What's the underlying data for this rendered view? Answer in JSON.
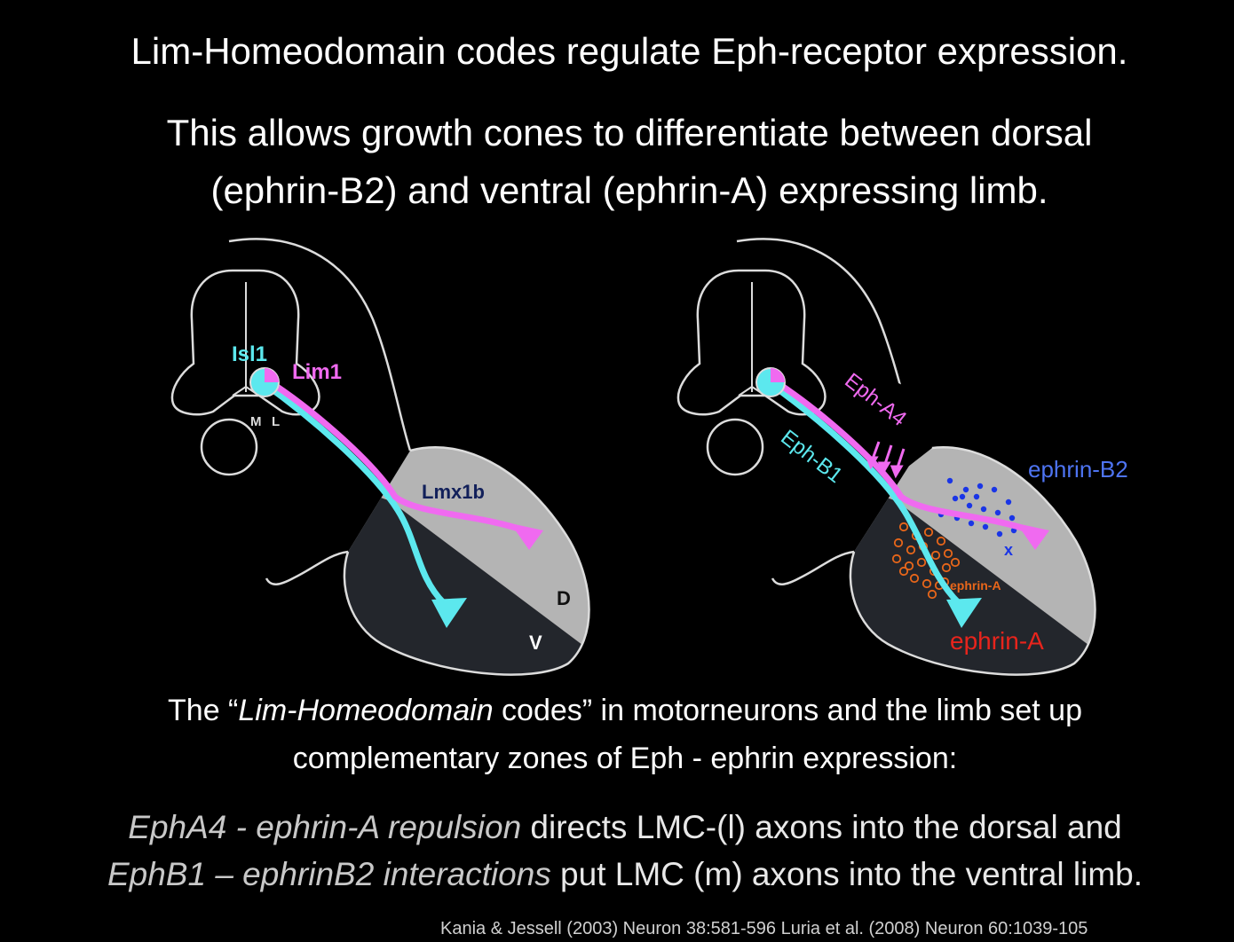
{
  "heading": "Lim-Homeodomain codes regulate Eph-receptor expression.",
  "subheading": {
    "line1": "This allows growth cones to differentiate between dorsal",
    "line2": "(ephrin-B2) and ventral (ephrin-A) expressing limb."
  },
  "left_panel": {
    "isl1": "Isl1",
    "lim1": "Lim1",
    "m": "M",
    "l": "L",
    "lmx1b": "Lmx1b",
    "d": "D",
    "v": "V"
  },
  "right_panel": {
    "epha4": "Eph-A4",
    "ephb1": "Eph-B1",
    "ephrinb2": "ephrin-B2",
    "x": "x",
    "ephrina_small": "ephrin-A",
    "ephrina": "ephrin-A"
  },
  "caption": {
    "line1_a": "The “",
    "line1_b": "Lim-Homeodomain",
    "line1_c": " codes” in motorneurons and the limb set up",
    "line2": "complementary zones of Eph - ephrin expression:"
  },
  "conclusion": {
    "line1_italic": "EphA4  - ephrin-A repulsion",
    "line1_rest": " directs LMC-(l) axons into the dorsal and",
    "line2_italic": "EphB1 – ephrinB2 interactions",
    "line2_rest": " put LMC (m) axons into the ventral limb."
  },
  "citation": "Kania & Jessell (2003) Neuron 38:581-596    Luria et al. (2008) Neuron 60:1039-105",
  "colors": {
    "cyan": "#5ce8ee",
    "magenta": "#f06af0",
    "dorsal_gray": "#b4b4b4",
    "ventral_dark": "#23262c",
    "blue_label": "#4e74f2",
    "dot_blue": "#1a35e6",
    "red_label": "#e8241c",
    "orange_small": "#e8661a",
    "navy": "#12205a"
  }
}
